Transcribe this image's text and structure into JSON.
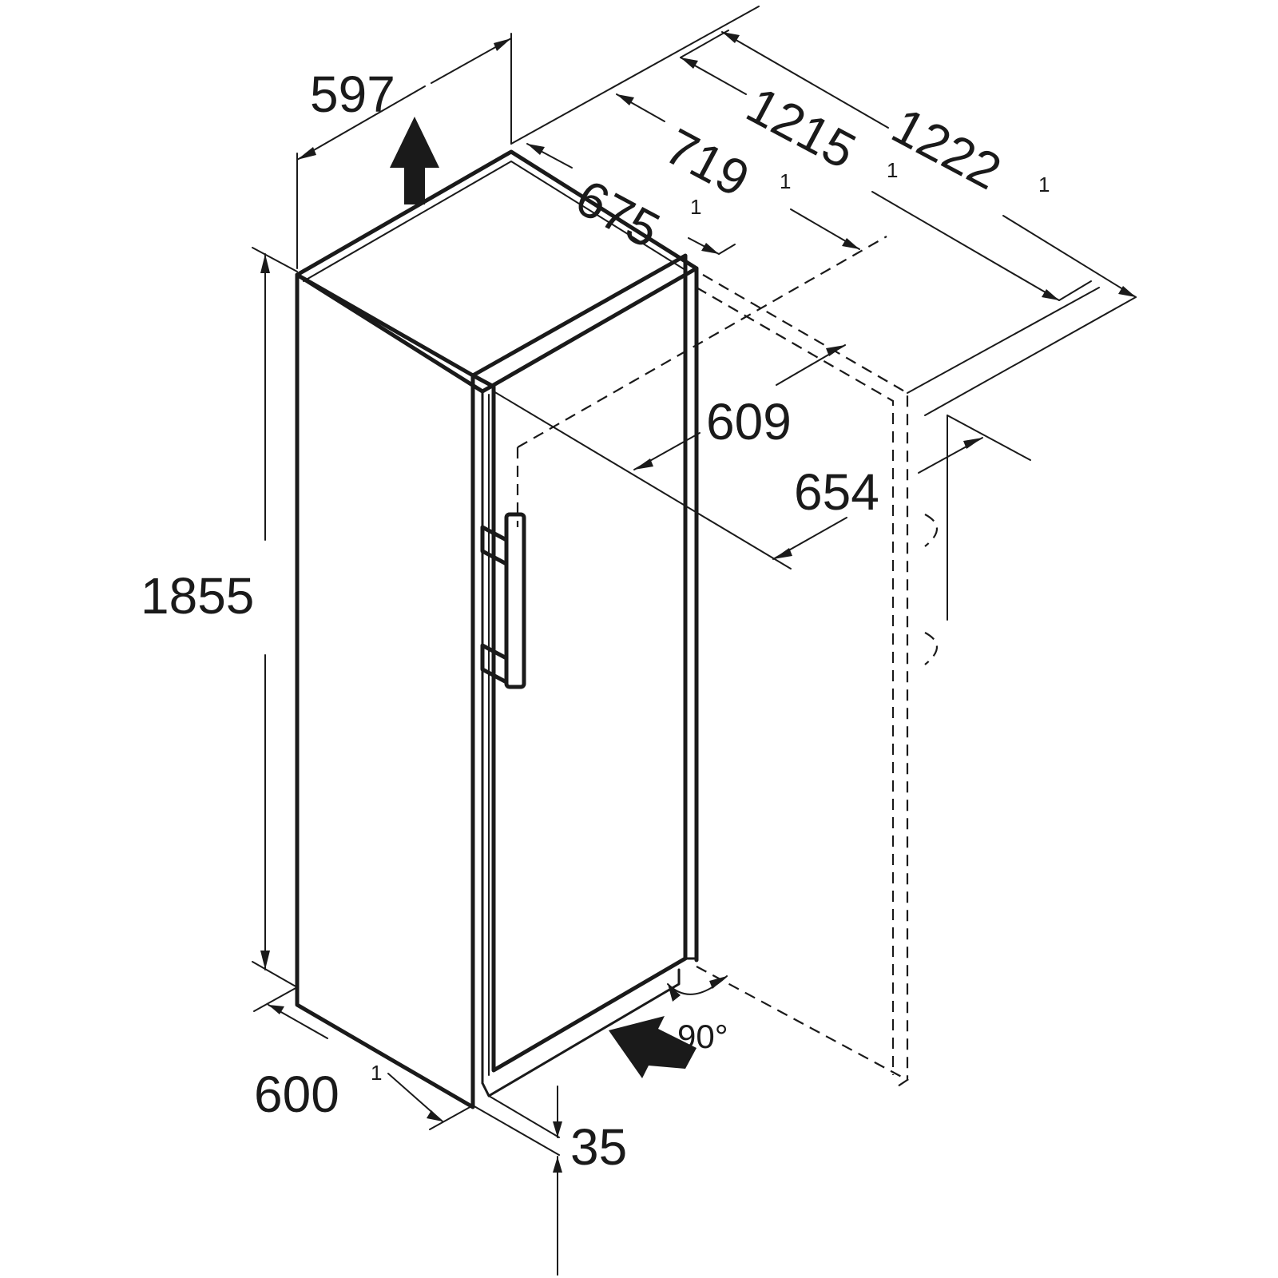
{
  "dimensions": {
    "width": {
      "value": "597"
    },
    "height": {
      "value": "1855"
    },
    "depth_bottom": {
      "value": "600",
      "note": "1"
    },
    "depth_675": {
      "value": "675",
      "note": "1"
    },
    "depth_719": {
      "value": "719",
      "note": "1"
    },
    "depth_1215": {
      "value": "1215",
      "note": "1"
    },
    "depth_1222": {
      "value": "1222",
      "note": "1"
    },
    "door_609": {
      "value": "609"
    },
    "door_654": {
      "value": "654"
    },
    "feet_35": {
      "value": "35"
    },
    "door_angle": {
      "value": "90°"
    }
  },
  "colors": {
    "line": "#1a1a1a",
    "background": "#ffffff"
  },
  "icons": {
    "up_arrow": "vent-up-arrow-icon",
    "in_arrow": "air-inlet-arrow-icon"
  }
}
